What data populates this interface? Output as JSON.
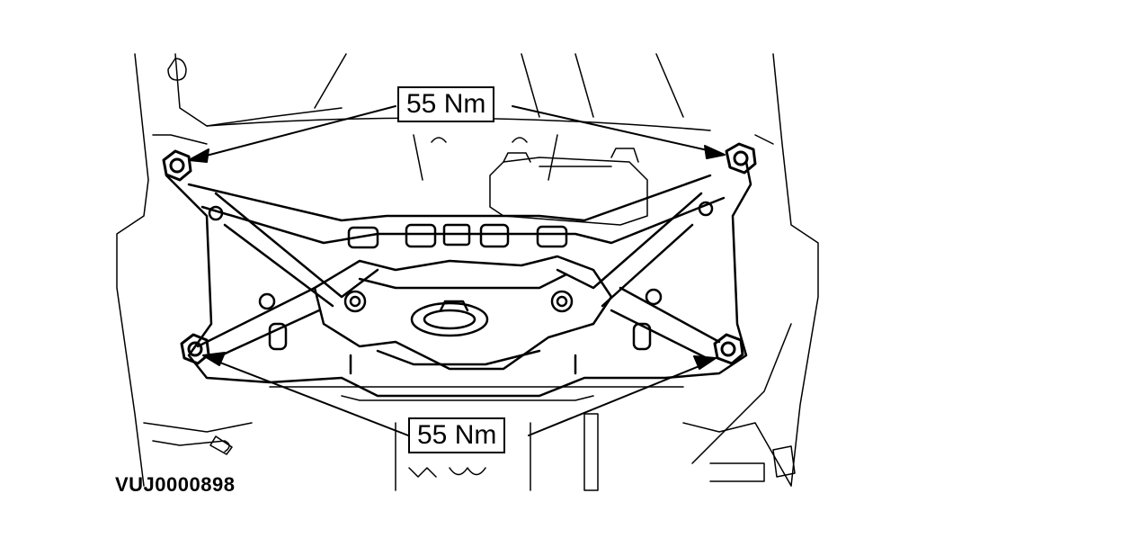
{
  "diagram": {
    "torque_top": "55 Nm",
    "torque_bottom": "55 Nm",
    "reference_code": "VUJ0000898",
    "bolt_icon": "hex-bolt-icon",
    "line_color": "#000000",
    "background_color": "#ffffff"
  }
}
